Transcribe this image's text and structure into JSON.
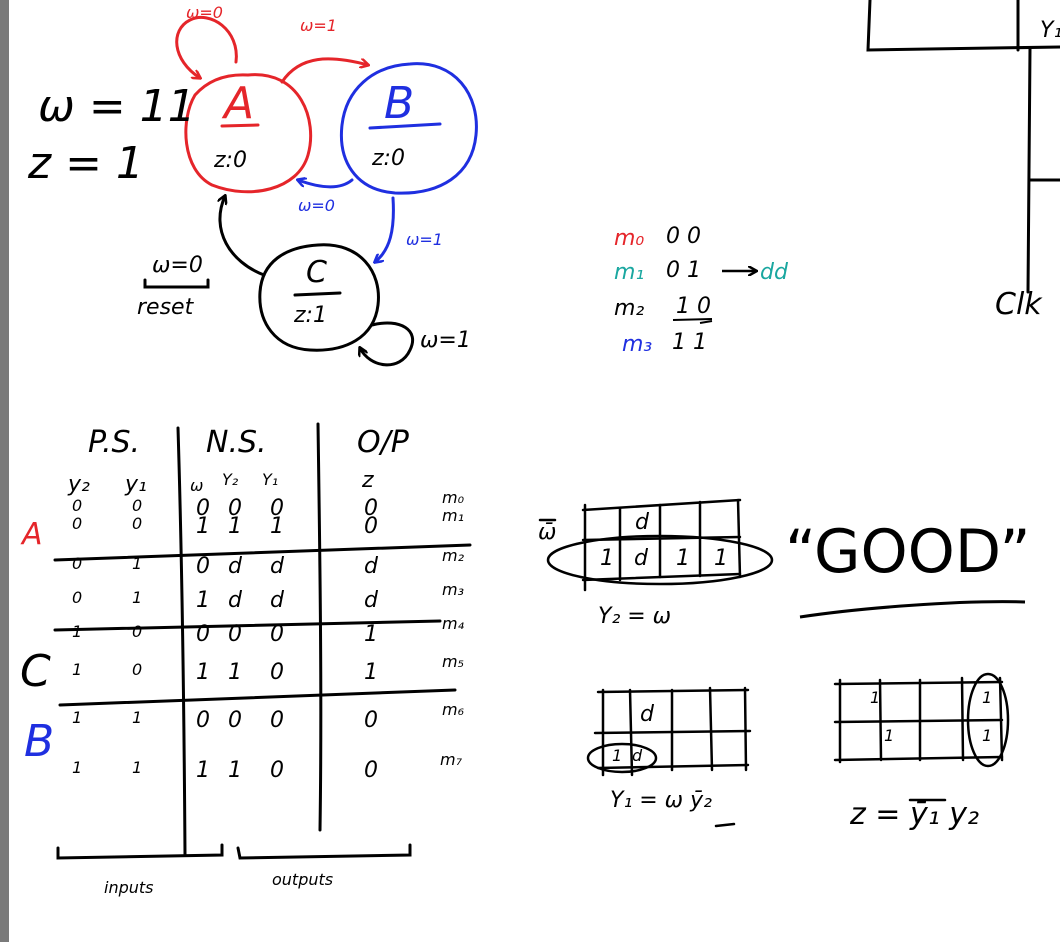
{
  "colors": {
    "ink": "#000000",
    "red": "#e5252a",
    "blue": "#1f2fe0",
    "teal": "#1aa7a0",
    "edge": "#7a7a7a"
  },
  "header": {
    "w": "ω = 11",
    "z": "z = 1"
  },
  "state_diagram": {
    "states": [
      {
        "name": "A",
        "output": "z:0",
        "color": "red"
      },
      {
        "name": "B",
        "output": "z:0",
        "color": "blue"
      },
      {
        "name": "C",
        "output": "z:1",
        "color": "black"
      }
    ],
    "transitions": [
      {
        "label": "ω=0",
        "color": "red"
      },
      {
        "label": "ω=1",
        "color": "red"
      },
      {
        "label": "ω=0",
        "color": "blue"
      },
      {
        "label": "ω=1",
        "color": "blue"
      },
      {
        "label": "ω=1",
        "color": "black"
      }
    ],
    "reset": {
      "label": "ω=0",
      "caption": "reset"
    }
  },
  "minterm_list": [
    {
      "m": "m₀",
      "code": "0 0",
      "color": "red"
    },
    {
      "m": "m₁",
      "code": "0 1",
      "extra": "dd",
      "color": "teal"
    },
    {
      "m": "m₂",
      "code": "1 0",
      "color": "black"
    },
    {
      "m": "m₃",
      "code": "1 1",
      "color": "blue"
    }
  ],
  "timing_fragment": {
    "y_label": "Y₁",
    "clk_label": "Clk"
  },
  "table": {
    "group_headers": [
      "P.S.",
      "N.S.",
      "O/P"
    ],
    "col_headers": [
      "y₂",
      "y₁",
      "ω",
      "Y₂",
      "Y₁",
      "z"
    ],
    "state_labels": [
      {
        "text": "A",
        "color": "red"
      },
      {
        "text": "C",
        "color": "black"
      },
      {
        "text": "B",
        "color": "blue"
      }
    ],
    "rows": [
      {
        "cells": [
          "0",
          "0",
          "0",
          "0",
          "0",
          "0"
        ],
        "m": "m₀"
      },
      {
        "cells": [
          "0",
          "0",
          "1",
          "1",
          "1",
          "0"
        ],
        "m": "m₁"
      },
      {
        "cells": [
          "0",
          "1",
          "0",
          "d",
          "d",
          "d"
        ],
        "m": "m₂"
      },
      {
        "cells": [
          "0",
          "1",
          "1",
          "d",
          "d",
          "d"
        ],
        "m": "m₃"
      },
      {
        "cells": [
          "1",
          "0",
          "0",
          "0",
          "0",
          "1"
        ],
        "m": "m₄"
      },
      {
        "cells": [
          "1",
          "0",
          "1",
          "1",
          "0",
          "1"
        ],
        "m": "m₅"
      },
      {
        "cells": [
          "1",
          "1",
          "0",
          "0",
          "0",
          "0"
        ],
        "m": "m₆"
      },
      {
        "cells": [
          "1",
          "1",
          "1",
          "1",
          "0",
          "0"
        ],
        "m": "m₇"
      }
    ],
    "brace_labels": [
      "inputs",
      "outputs"
    ]
  },
  "kmaps": [
    {
      "var_label": "ω̄",
      "cells_top": [
        "",
        "d",
        "",
        ""
      ],
      "cells_bottom": [
        "1",
        "d",
        "1",
        "1"
      ],
      "equation": "Y₂ = ω"
    },
    {
      "cells_top": [
        "",
        "d",
        "",
        ""
      ],
      "cells_bottom": [
        "1",
        "d",
        "",
        ""
      ],
      "equation": "Y₁ = ω ȳ₂"
    },
    {
      "cells_top": [
        "",
        "1",
        "",
        "1"
      ],
      "cells_bottom": [
        "",
        "1",
        "",
        "1"
      ],
      "equation": "z = ȳ₁ y₂"
    }
  ],
  "good": "“GOOD”"
}
